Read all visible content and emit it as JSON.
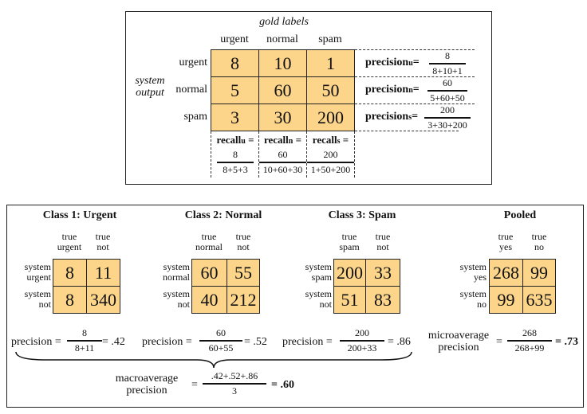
{
  "top": {
    "gold_labels": "gold labels",
    "col_labels": [
      "urgent",
      "normal",
      "spam"
    ],
    "row_labels": [
      "urgent",
      "normal",
      "spam"
    ],
    "system_output": [
      "system",
      "output"
    ],
    "matrix": [
      [
        "8",
        "10",
        "1"
      ],
      [
        "5",
        "60",
        "50"
      ],
      [
        "3",
        "30",
        "200"
      ]
    ],
    "precision": [
      {
        "label": "precision",
        "sub": "u",
        "num": "8",
        "den": "8+10+1"
      },
      {
        "label": "precision",
        "sub": "n",
        "num": "60",
        "den": "5+60+50"
      },
      {
        "label": "precision",
        "sub": "s",
        "num": "200",
        "den": "3+30+200"
      }
    ],
    "recall": [
      {
        "label": "recall",
        "sub": "u",
        "num": "8",
        "den": "8+5+3"
      },
      {
        "label": "recall",
        "sub": "n",
        "num": "60",
        "den": "10+60+30"
      },
      {
        "label": "recall",
        "sub": "s",
        "num": "200",
        "den": "1+50+200"
      }
    ]
  },
  "bottom": {
    "classes": [
      {
        "title": "Class 1: Urgent",
        "true1": [
          "true",
          "urgent"
        ],
        "true2": [
          "true",
          "not"
        ],
        "sys1": [
          "system",
          "urgent"
        ],
        "sys2": [
          "system",
          "not"
        ],
        "cells": [
          "8",
          "11",
          "8",
          "340"
        ],
        "prec_label": "precision =",
        "num": "8",
        "den": "8+11",
        "result": "= .42"
      },
      {
        "title": "Class 2: Normal",
        "true1": [
          "true",
          "normal"
        ],
        "true2": [
          "true",
          "not"
        ],
        "sys1": [
          "system",
          "normal"
        ],
        "sys2": [
          "system",
          "not"
        ],
        "cells": [
          "60",
          "55",
          "40",
          "212"
        ],
        "prec_label": "precision =",
        "num": "60",
        "den": "60+55",
        "result": "= .52"
      },
      {
        "title": "Class 3: Spam",
        "true1": [
          "true",
          "spam"
        ],
        "true2": [
          "true",
          "not"
        ],
        "sys1": [
          "system",
          "spam"
        ],
        "sys2": [
          "system",
          "not"
        ],
        "cells": [
          "200",
          "33",
          "51",
          "83"
        ],
        "prec_label": "precision =",
        "num": "200",
        "den": "200+33",
        "result": "= .86"
      },
      {
        "title": "Pooled",
        "true1": [
          "true",
          "yes"
        ],
        "true2": [
          "true",
          "no"
        ],
        "sys1": [
          "system",
          "yes"
        ],
        "sys2": [
          "system",
          "no"
        ],
        "cells": [
          "268",
          "99",
          "99",
          "635"
        ],
        "prec_label": [
          "microaverage",
          "precision"
        ],
        "num": "268",
        "den": "268+99",
        "result": "= .73"
      }
    ],
    "macro": {
      "label": [
        "macroaverage",
        "precision"
      ],
      "eq": "=",
      "num": ".42+.52+.86",
      "den": "3",
      "result": "= .60"
    }
  }
}
